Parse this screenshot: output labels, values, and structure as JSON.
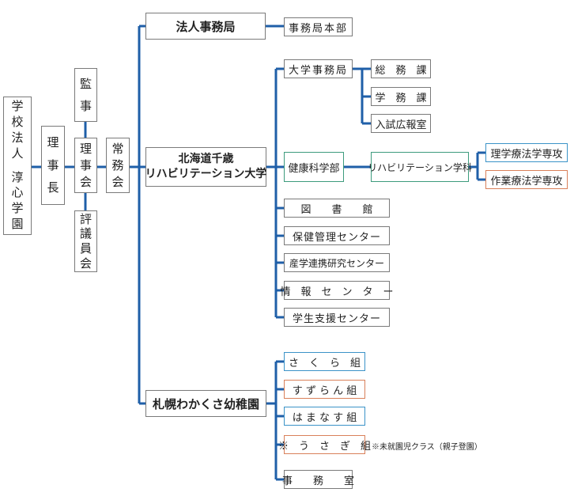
{
  "org_chart": {
    "school": [
      "学",
      "校",
      "法",
      "人",
      "",
      "淳",
      "心",
      "学",
      "園"
    ],
    "chairman": [
      "理",
      "事",
      "長"
    ],
    "auditor": [
      "監",
      "事"
    ],
    "board": [
      "理",
      "事",
      "会"
    ],
    "council": [
      "評",
      "議",
      "員",
      "会"
    ],
    "standing": [
      "常",
      "務",
      "会"
    ],
    "corp_office": "法人事務局",
    "corp_hq": "事務局本部",
    "university_line1": "北海道千歳",
    "university_line2": "リハビリテーション大学",
    "univ_office": "大学事務局",
    "general_affairs": "総　務　課",
    "academic_affairs": "学　務　課",
    "admissions": "入試広報室",
    "faculty": "健康科学部",
    "department": "リハビリテーション学科",
    "major_pt": "理学療法学専攻",
    "major_ot": "作業療法学専攻",
    "library": "図　　書　　館",
    "health_center": "保健管理センター",
    "research_center": "産学連携研究センター",
    "info_center": "情　報　セ　ン　タ　ー",
    "student_center": "学生支援センター",
    "kindergarten": "札幌わかくさ幼稚園",
    "class_sakura": "さ　く　ら　組",
    "class_suzuran": "す ず ら ん 組",
    "class_hamanasu": "は ま な す 組",
    "class_usagi": "※　う　さ　ぎ　組",
    "usagi_note": "※未就園児クラス（親子登園）",
    "kg_office": "事　　務　　室"
  },
  "colors": {
    "line": "#1f5fa8",
    "green": "#3d9b7d",
    "blue": "#3b93c8",
    "orange": "#d9805a"
  }
}
